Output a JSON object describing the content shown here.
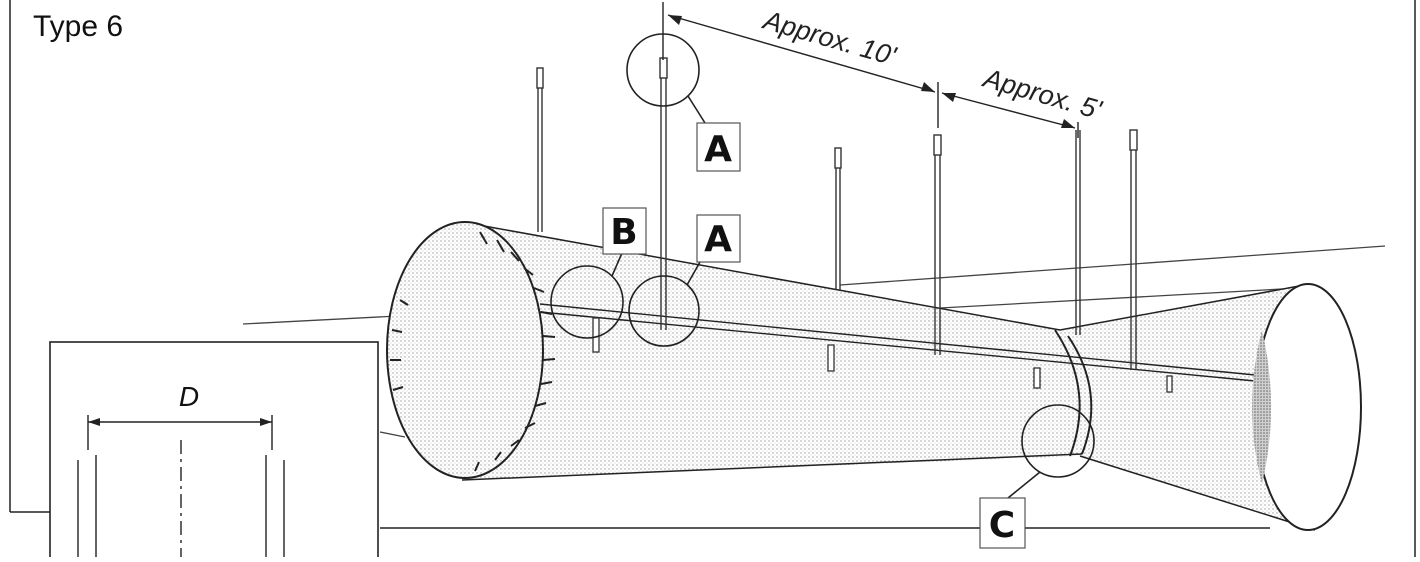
{
  "diagram": {
    "title": "Type 6",
    "dimension_labels": {
      "approx_10": "Approx. 10'",
      "approx_5": "Approx. 5'",
      "diameter": "D"
    },
    "callouts": {
      "a_top": "A",
      "a_mid": "A",
      "b": "B",
      "c": "C"
    }
  }
}
